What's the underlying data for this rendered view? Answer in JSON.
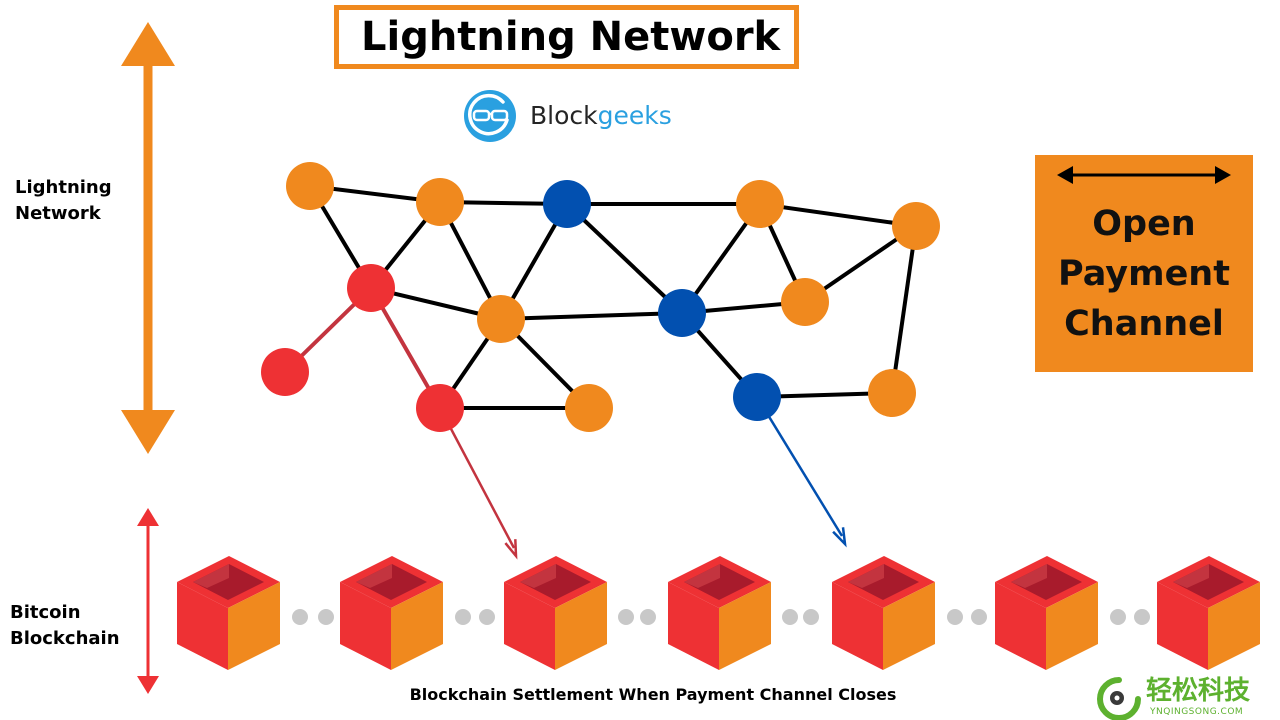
{
  "header": {
    "title": "Lightning Network",
    "brand_name_part1": "Block",
    "brand_name_part2": "geeks",
    "brand_logo": "glasses-logo-icon"
  },
  "labels": {
    "lightning_network": "Lightning Network",
    "bitcoin_blockchain": "Bitcoin Blockchain"
  },
  "legend": {
    "title": "Open Payment Channel",
    "arrow_icon": "double-headed-arrow-icon"
  },
  "caption": "Blockchain Settlement When Payment Channel Closes",
  "colors": {
    "orange": "#f0891e",
    "red": "#ee3134",
    "dark_red": "#c3343f",
    "blue": "#0250b0",
    "black": "#000000",
    "gray_dot": "#c8c8c8",
    "brand_blue": "#2aa0e0"
  },
  "watermark": {
    "text": "轻松科技",
    "subtext": "YNQINGSONG.COM"
  }
}
